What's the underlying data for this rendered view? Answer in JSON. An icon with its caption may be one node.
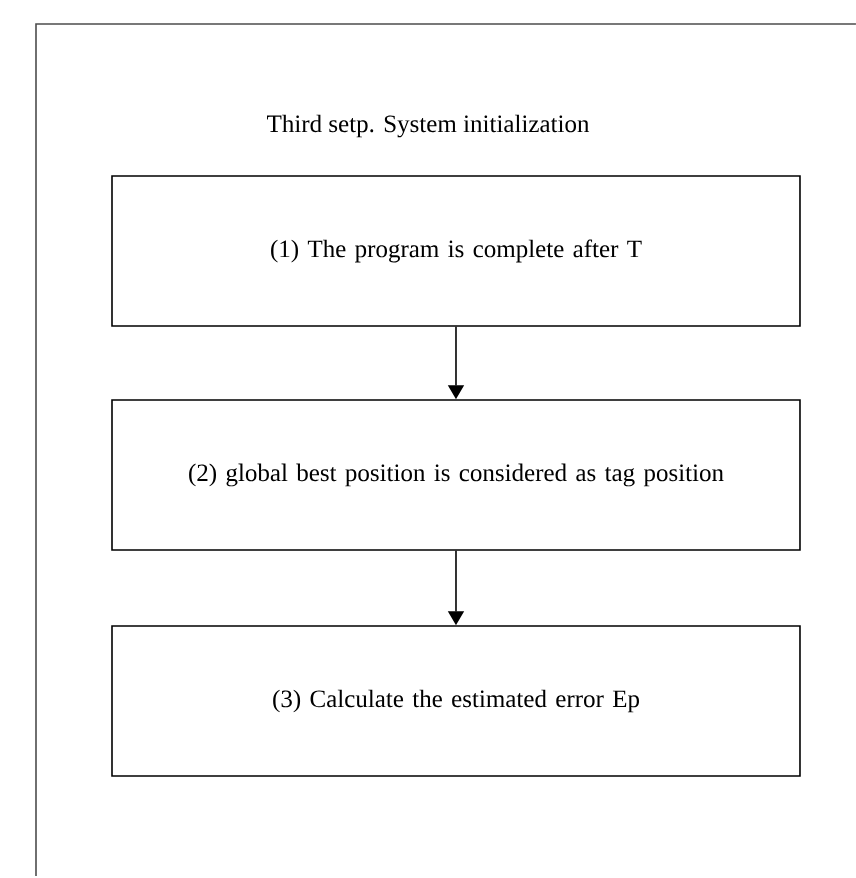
{
  "diagram": {
    "title": "Third setp. System initialization",
    "nodes": [
      {
        "text": [
          "(1) The program is complete after T"
        ]
      },
      {
        "text": [
          "(2) global best position is considered as tag position"
        ]
      },
      {
        "text": [
          "(3) Calculate the estimated error Ep"
        ]
      }
    ],
    "edges": [
      {
        "from": 0,
        "to": 1,
        "arrow": "to"
      },
      {
        "from": 1,
        "to": 2,
        "arrow": "to"
      }
    ]
  }
}
